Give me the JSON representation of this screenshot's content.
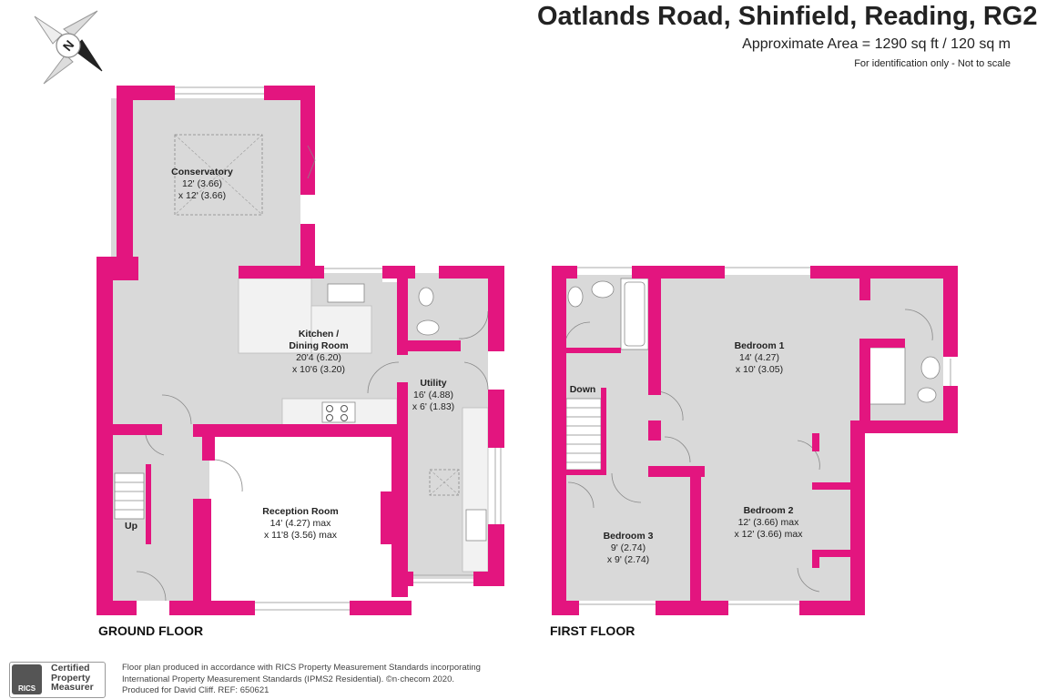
{
  "header": {
    "title": "Oatlands Road, Shinfield, Reading, RG2",
    "area": "Approximate Area = 1290 sq ft / 120 sq m",
    "note": "For identification only - Not to scale"
  },
  "compass": {
    "icon": "compass-icon",
    "letter": "N"
  },
  "floors": {
    "ground_label": "GROUND FLOOR",
    "first_label": "FIRST FLOOR"
  },
  "rooms": {
    "conservatory": {
      "name": "Conservatory",
      "dim1": "12' (3.66)",
      "dim2": "x 12' (3.66)"
    },
    "kitchen": {
      "name": "Kitchen /",
      "name2": "Dining Room",
      "dim1": "20'4 (6.20)",
      "dim2": "x 10'6 (3.20)"
    },
    "utility": {
      "name": "Utility",
      "dim1": "16' (4.88)",
      "dim2": "x 6' (1.83)"
    },
    "reception": {
      "name": "Reception Room",
      "dim1": "14' (4.27) max",
      "dim2": "x 11'8 (3.56) max"
    },
    "bedroom1": {
      "name": "Bedroom 1",
      "dim1": "14' (4.27)",
      "dim2": "x 10' (3.05)"
    },
    "bedroom2": {
      "name": "Bedroom 2",
      "dim1": "12' (3.66) max",
      "dim2": "x 12' (3.66) max"
    },
    "bedroom3": {
      "name": "Bedroom 3",
      "dim1": "9' (2.74)",
      "dim2": "x 9' (2.74)"
    }
  },
  "stairs": {
    "up": "Up",
    "down": "Down"
  },
  "footer": {
    "line1": "Floor plan produced in accordance with RICS Property Measurement Standards incorporating",
    "line2": "International Property Measurement Standards (IPMS2 Residential).  ©n·checom 2020.",
    "line3": "Produced for David Cliff.   REF:  650621",
    "rics_logo": "RICS",
    "cert1": "Certified",
    "cert2": "Property",
    "cert3": "Measurer"
  },
  "colors": {
    "wall": "#e3157f",
    "floor": "#d9d9d9",
    "text": "#222222"
  }
}
